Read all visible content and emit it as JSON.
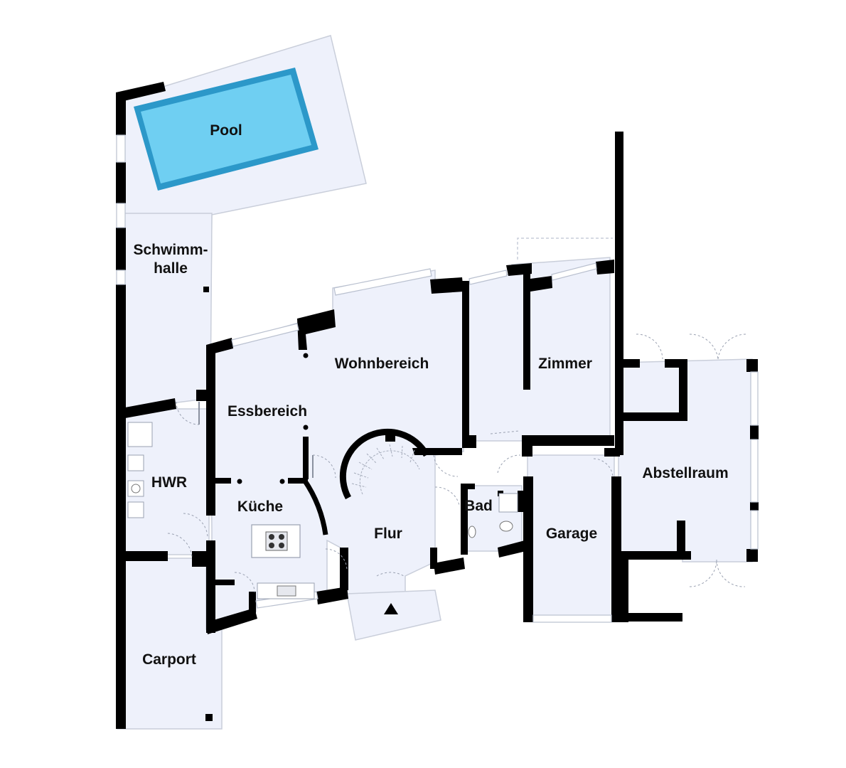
{
  "plan": {
    "rooms": [
      {
        "id": "pool",
        "label": "Pool"
      },
      {
        "id": "schwimmhalle",
        "label_line1": "Schwimm-",
        "label_line2": "halle"
      },
      {
        "id": "wohnbereich",
        "label": "Wohnbereich"
      },
      {
        "id": "zimmer",
        "label": "Zimmer"
      },
      {
        "id": "essbereich",
        "label": "Essbereich"
      },
      {
        "id": "hwr",
        "label": "HWR"
      },
      {
        "id": "kueche",
        "label": "Küche"
      },
      {
        "id": "flur",
        "label": "Flur"
      },
      {
        "id": "bad",
        "label": "Bad"
      },
      {
        "id": "garage",
        "label": "Garage"
      },
      {
        "id": "abstellraum",
        "label": "Abstellraum"
      },
      {
        "id": "carport",
        "label": "Carport"
      }
    ],
    "colors": {
      "floor": "#eef1fb",
      "wall": "#000000",
      "pool_water": "#6fcff2",
      "pool_edge": "#2c98c9"
    }
  }
}
